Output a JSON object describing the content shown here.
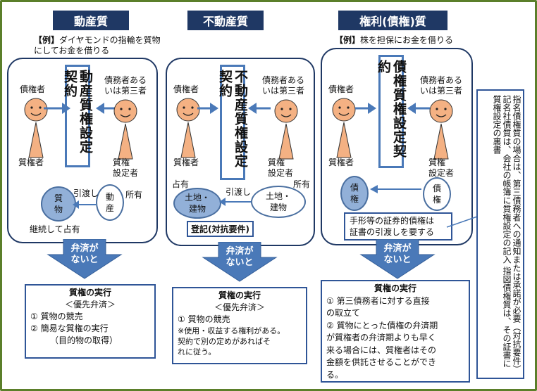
{
  "headers": [
    "動産質",
    "不動産質",
    "権利(債権)質"
  ],
  "examples": {
    "col1": {
      "tag": "【例】",
      "text": "ダイヤモンドの指輪を質物にしてお金を借りる"
    },
    "col1_line1": "ダイヤモンドの指輪を質物",
    "col1_line2": "にしてお金を借りる",
    "col3": {
      "tag": "【例】",
      "text": "株を担保にお金を借りる"
    }
  },
  "col1": {
    "creditor": "債権者",
    "pledgee": "質権者",
    "debtor_line1": "債務者ある",
    "debtor_line2": "いは第三者",
    "setter_line1": "質権",
    "setter_line2": "設定者",
    "contract": "動産質権設定契約",
    "hikiwatashi": "引渡し",
    "shoyu": "所有",
    "pledged_item_line1": "質",
    "pledged_item_line2": "物",
    "movable_line1": "動",
    "movable_line2": "産",
    "continuous": "継続して占有"
  },
  "col2": {
    "creditor": "債権者",
    "pledgee": "質権者",
    "debtor_line1": "債務者ある",
    "debtor_line2": "いは第三者",
    "setter_line1": "質権",
    "setter_line2": "設定者",
    "contract": "不動産質権設定契約",
    "possession": "占有",
    "hikiwatashi": "引渡し",
    "shoyu": "所有",
    "land_left_line1": "土地・",
    "land_left_line2": "建物",
    "land_right_line1": "土地・",
    "land_right_line2": "建物",
    "registration": "登記(対抗要件)"
  },
  "col3": {
    "creditor": "債権者",
    "pledgee": "質権者",
    "debtor_line1": "債務者ある",
    "debtor_line2": "いは第三者",
    "setter_line1": "質権",
    "setter_line2": "設定者",
    "contract": "債権質権設定契約",
    "claim_left_line1": "債",
    "claim_left_line2": "権",
    "claim_right_line1": "債",
    "claim_right_line2": "権",
    "note_line1": "手形等の証券的債権は",
    "note_line2": "証書の引渡しを要する"
  },
  "arrow_label_line1": "弁済が",
  "arrow_label_line2": "ないと",
  "exec1": {
    "title": "質権の実行",
    "sub": "＜優先弁済＞",
    "item1": "① 質物の競売",
    "item2": "② 簡易な質権の実行",
    "item2b": "（目的物の取得）"
  },
  "exec2": {
    "title": "質権の実行",
    "sub": "＜優先弁済＞",
    "item1": "① 質物の競売",
    "note1": "※使用・収益する権利がある。",
    "note2": "契約で別の定めがあればそ",
    "note3": "れに従う。"
  },
  "exec3": {
    "title": "質権の実行",
    "line1": "① 第三債務者に対する直接",
    "line2": "の取立て",
    "line3": "② 質物にとった債権の弁済期",
    "line4": "が質権者の弁済期よりも早く",
    "line5": "来る場合には、質権者はその",
    "line6": "金額を供託させることができ",
    "line7": "る。"
  },
  "side_note": {
    "line1": "指名債権質の場合は、第三債務者への通知または承諾が必要（対抗要件）",
    "line2": "記名社債質は、会社の帳簿に質権設定の記入",
    "line3": "指図債権質は、その証書に質権設定の裏書"
  },
  "colors": {
    "header_bg": "#1f3864",
    "frame": "#5b7f2a",
    "box_border": "#2f5597",
    "arrow": "#4a79b8",
    "person_face": "#f4b183",
    "filled_oval": "#92b0d8"
  }
}
